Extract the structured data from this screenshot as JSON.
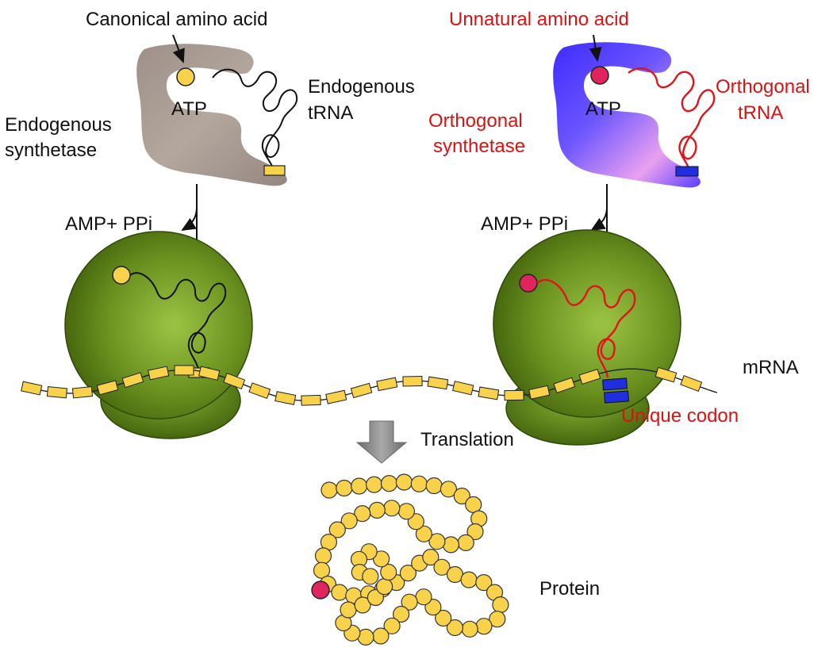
{
  "colors": {
    "black_text": "#111111",
    "red_text": "#dd1111",
    "ribosome_dark": "#3c5a08",
    "ribosome_light": "#8fb83a",
    "amino_yellow": "#f7d24a",
    "amino_red": "#e0245e",
    "unique_codon_blue": "#1f2fe0",
    "endogenous_synthetase": "#a79c92",
    "orthogonal_synthetase_blue": "#4433ff",
    "orthogonal_synthetase_pink": "#f3a8f0",
    "arrow_gray": "#8c8c8c"
  },
  "left": {
    "amino_label": "Canonical amino acid",
    "atp": "ATP",
    "trna_line1": "Endogenous",
    "trna_line2": "tRNA",
    "synth_line1": "Endogenous",
    "synth_line2": "synthetase",
    "byproduct": "AMP+ PPi"
  },
  "right": {
    "amino_label": "Unnatural amino acid",
    "atp": "ATP",
    "trna_line1": "Orthogonal",
    "trna_line2": "tRNA",
    "synth_line1": "Orthogonal",
    "synth_line2": "synthetase",
    "byproduct": "AMP+ PPi",
    "codon": "Unique codon"
  },
  "mrna_label": "mRNA",
  "translation_label": "Translation",
  "protein_label": "Protein"
}
